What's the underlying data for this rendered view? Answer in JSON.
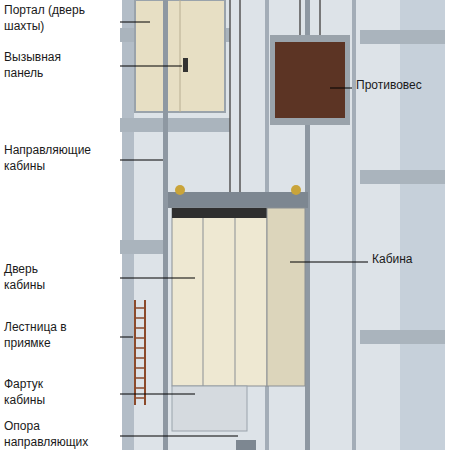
{
  "diagram": {
    "labels": [
      "Портал (дверь шахты)",
      "Вызывная панель",
      "Противовес",
      "Направляющие кабины",
      "Кабина",
      "Дверь кабины",
      "Лестница в приямке",
      "Фартук кабины",
      "Опора направляющих"
    ]
  }
}
